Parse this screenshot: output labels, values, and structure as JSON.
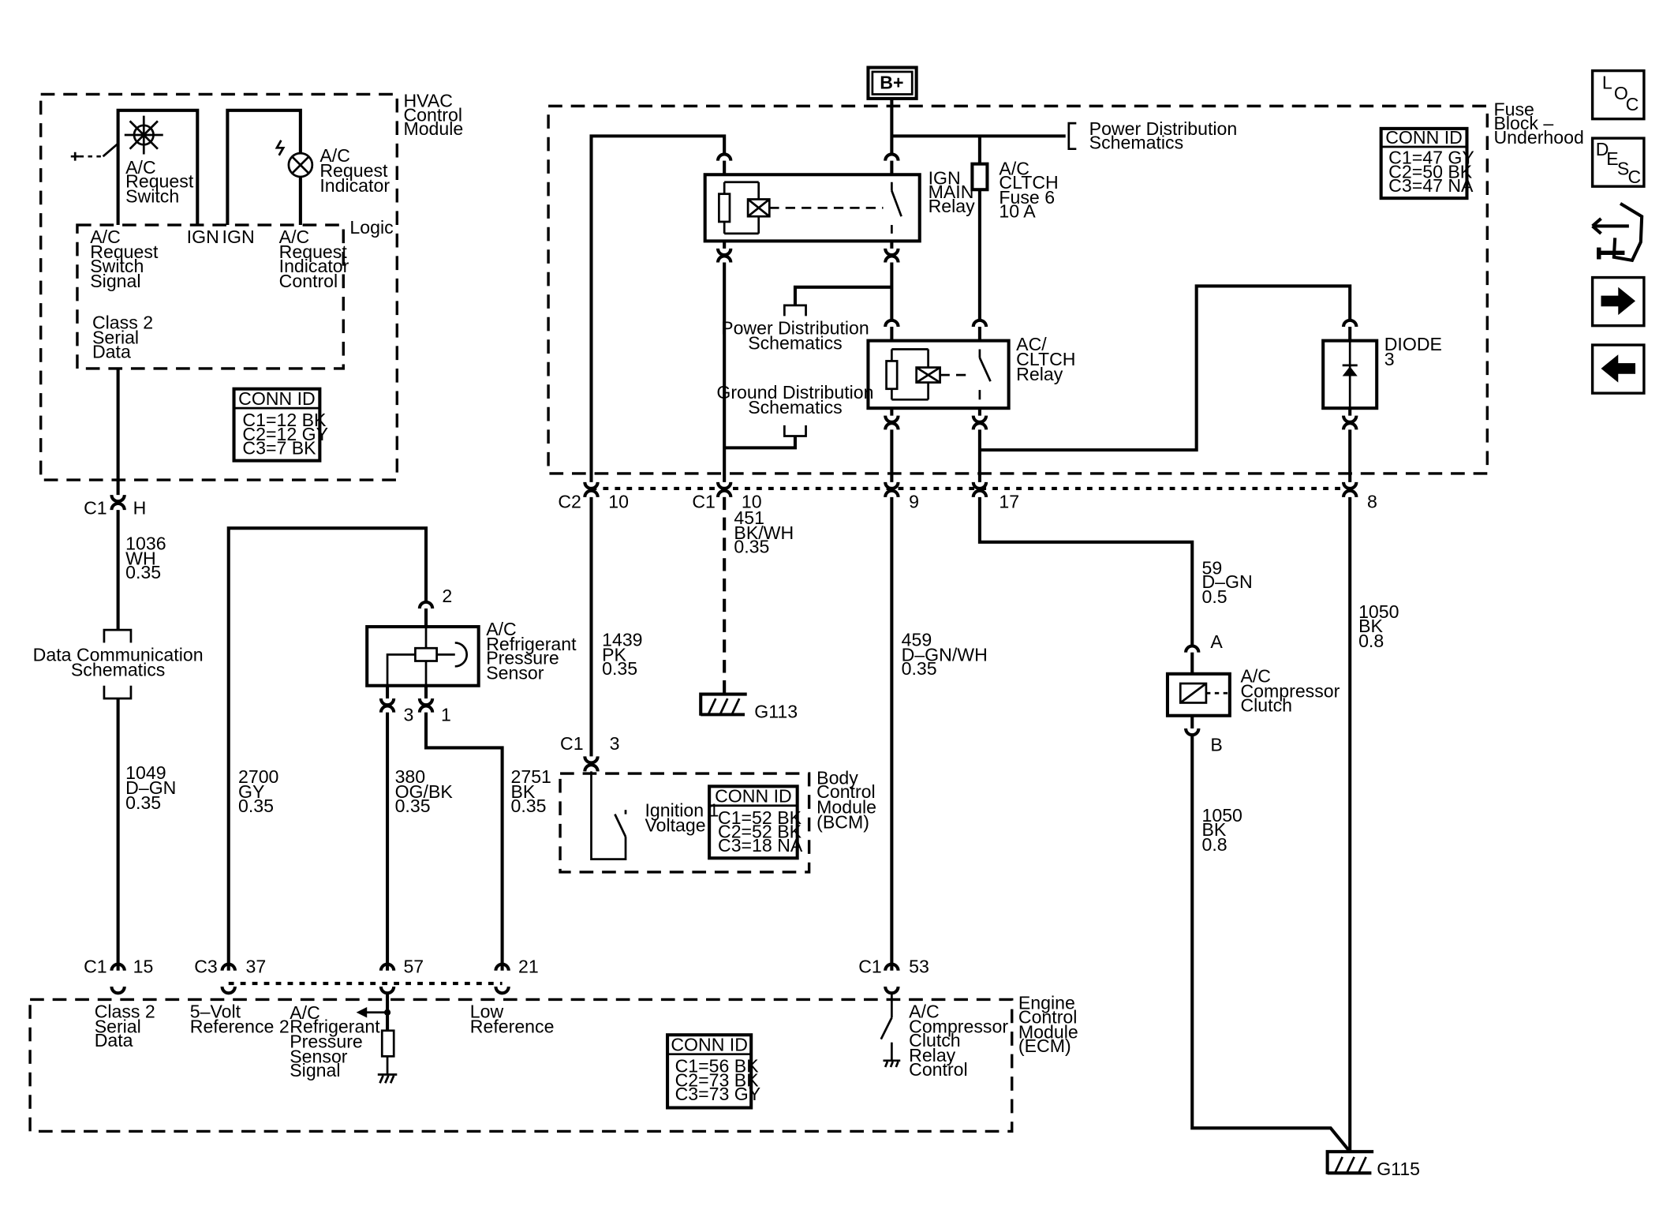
{
  "colors": {
    "line": "#000000",
    "background": "#ffffff"
  },
  "icons": [
    "location-icon",
    "description-icon",
    "connector-end-view-icon",
    "next-page-icon",
    "previous-page-icon"
  ],
  "nav": {
    "loc": [
      "L",
      "O",
      "C"
    ],
    "desc": [
      "D",
      "E",
      "S",
      "C"
    ]
  },
  "labels": {
    "bplus": "B+",
    "fuse_block": [
      "Fuse",
      "Block –",
      "Underhood"
    ],
    "hvac_module": [
      "HVAC",
      "Control",
      "Module"
    ],
    "logic": "Logic",
    "ac_request_switch": [
      "A/C",
      "Request",
      "Switch"
    ],
    "ac_request_indicator": [
      "A/C",
      "Request",
      "Indicator"
    ],
    "switch_signal": [
      "A/C",
      "Request",
      "Switch",
      "Signal"
    ],
    "indicator_control": [
      "A/C",
      "Request",
      "Indicator",
      "Control"
    ],
    "ign1": "IGN",
    "ign2": "IGN",
    "class2_hvac": [
      "Class 2",
      "Serial",
      "Data"
    ],
    "ign_main_relay": [
      "IGN",
      "MAIN",
      "Relay"
    ],
    "ac_clutch_fuse": [
      "A/C",
      "CLTCH",
      "Fuse 6",
      "10 A"
    ],
    "pds_top": [
      "Power Distribution",
      "Schematics"
    ],
    "pds_mid": [
      "Power Distribution",
      "Schematics"
    ],
    "gds": [
      "Ground Distribution",
      "Schematics"
    ],
    "ac_clutch_relay": [
      "AC/",
      "CLTCH",
      "Relay"
    ],
    "diode": [
      "DIODE",
      "3"
    ],
    "data_comm": [
      "Data Communication",
      "Schematics"
    ],
    "pressure_sensor": [
      "A/C",
      "Refrigerant",
      "Pressure",
      "Sensor"
    ],
    "compressor_clutch": [
      "A/C",
      "Compressor",
      "Clutch"
    ],
    "bcm": [
      "Body",
      "Control",
      "Module",
      "(BCM)"
    ],
    "ign1_voltage": [
      "Ignition 1",
      "Voltage"
    ],
    "ecm": [
      "Engine",
      "Control",
      "Module",
      "(ECM)"
    ],
    "ecm_class2": [
      "Class 2",
      "Serial",
      "Data"
    ],
    "ecm_5v": [
      "5–Volt",
      "Reference 2"
    ],
    "ecm_sensor_signal": [
      "A/C",
      "Refrigerant",
      "Pressure",
      "Sensor",
      "Signal"
    ],
    "ecm_low_ref": [
      "Low",
      "Reference"
    ],
    "ecm_relay_control": [
      "A/C",
      "Compressor",
      "Clutch",
      "Relay",
      "Control"
    ],
    "g113": "G113",
    "g115": "G115"
  },
  "conn_ids": {
    "hvac": {
      "title": "CONN ID",
      "lines": [
        "C1=12 BK",
        "C2=12 GY",
        "C3=7 BK"
      ]
    },
    "fuse": {
      "title": "CONN ID",
      "lines": [
        "C1=47 GY",
        "C2=50 BK",
        "C3=47 NA"
      ]
    },
    "bcm": {
      "title": "CONN ID",
      "lines": [
        "C1=52 BK",
        "C2=52 BK",
        "C3=18 NA"
      ]
    },
    "ecm": {
      "title": "CONN ID",
      "lines": [
        "C1=56 BK",
        "C2=73 BK",
        "C3=73 GY"
      ]
    }
  },
  "connectors": {
    "hvac_c1": "C1",
    "hvac_h": "H",
    "fb_c2": "C2",
    "fb_10a": "10",
    "fb_c1": "C1",
    "fb_10b": "10",
    "fb_9": "9",
    "fb_17": "17",
    "fb_8": "8",
    "sensor_2": "2",
    "sensor_3": "3",
    "sensor_1": "1",
    "clutch_a": "A",
    "clutch_b": "B",
    "bcm_c1": "C1",
    "bcm_3": "3",
    "ecm_c1a": "C1",
    "ecm_15": "15",
    "ecm_c3": "C3",
    "ecm_37": "37",
    "ecm_57": "57",
    "ecm_21": "21",
    "ecm_c1b": "C1",
    "ecm_53": "53"
  },
  "wires": {
    "w1036": [
      "1036",
      "WH",
      "0.35"
    ],
    "w1049": [
      "1049",
      "D–GN",
      "0.35"
    ],
    "w2700": [
      "2700",
      "GY",
      "0.35"
    ],
    "w380": [
      "380",
      "OG/BK",
      "0.35"
    ],
    "w2751": [
      "2751",
      "BK",
      "0.35"
    ],
    "w1439": [
      "1439",
      "PK",
      "0.35"
    ],
    "w451": [
      "451",
      "BK/WH",
      "0.35"
    ],
    "w459": [
      "459",
      "D–GN/WH",
      "0.35"
    ],
    "w59": [
      "59",
      "D–GN",
      "0.5"
    ],
    "w1050a": [
      "1050",
      "BK",
      "0.8"
    ],
    "w1050b": [
      "1050",
      "BK",
      "0.8"
    ]
  }
}
